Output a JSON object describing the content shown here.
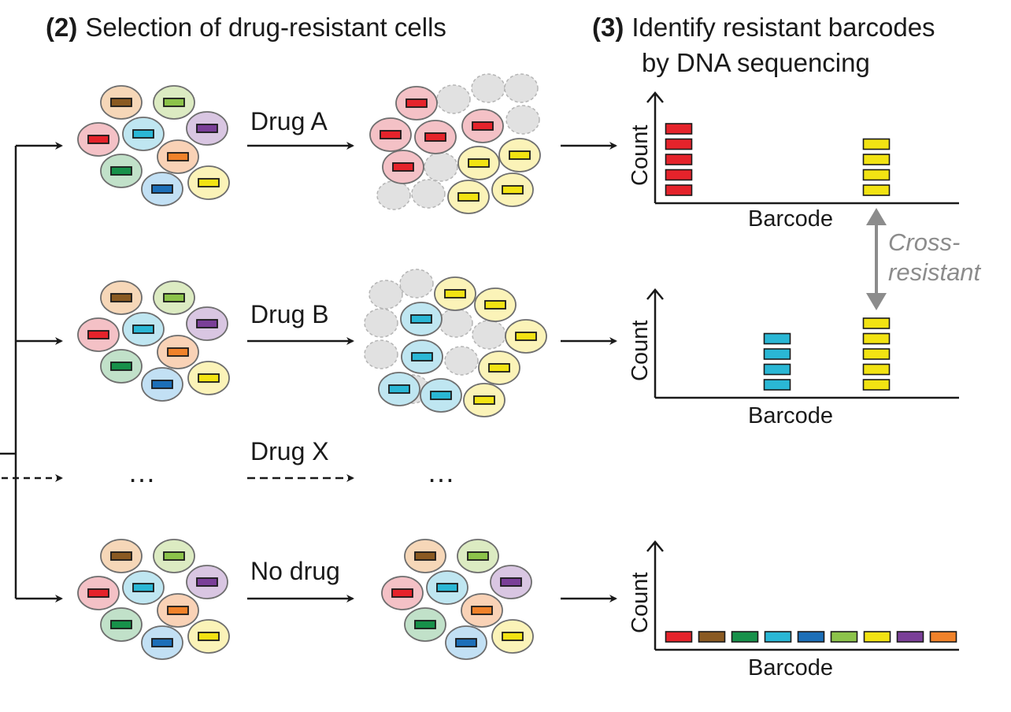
{
  "headings": {
    "step2_number": "(2)",
    "step2_text": "Selection of drug-resistant cells",
    "step3_number": "(3)",
    "step3_line1": "Identify resistant barcodes",
    "step3_line2": "by DNA sequencing"
  },
  "rows": [
    {
      "drug_label": "Drug A",
      "ellipsis_left": "",
      "ellipsis_right": ""
    },
    {
      "drug_label": "Drug B",
      "ellipsis_left": "",
      "ellipsis_right": ""
    },
    {
      "drug_label": "Drug X",
      "ellipsis_left": "…",
      "ellipsis_right": "…"
    },
    {
      "drug_label": "No drug",
      "ellipsis_left": "",
      "ellipsis_right": ""
    }
  ],
  "plots": {
    "y_label": "Count",
    "x_label": "Barcode"
  },
  "annotation": {
    "line1": "Cross-",
    "line2": "resistant"
  },
  "colors": {
    "red": "#e5232b",
    "brown": "#8a5a22",
    "green": "#17914a",
    "cyan": "#2ab7d5",
    "blue": "#1c6fb8",
    "lightgreen": "#8cc34a",
    "yellow": "#f2e313",
    "purple": "#7a3f98",
    "orange": "#f0822a",
    "gray": "#8c8c8c"
  },
  "chart_data": [
    {
      "type": "bar",
      "xlabel": "Barcode",
      "ylabel": "Count",
      "categories": [
        "red",
        "yellow"
      ],
      "values": [
        5,
        4
      ]
    },
    {
      "type": "bar",
      "xlabel": "Barcode",
      "ylabel": "Count",
      "categories": [
        "cyan",
        "yellow"
      ],
      "values": [
        4,
        5
      ]
    },
    {
      "type": "bar",
      "xlabel": "Barcode",
      "ylabel": "Count",
      "categories": [
        "red",
        "brown",
        "green",
        "cyan",
        "blue",
        "lightgreen",
        "yellow",
        "purple",
        "orange"
      ],
      "values": [
        1,
        1,
        1,
        1,
        1,
        1,
        1,
        1,
        1
      ]
    }
  ]
}
